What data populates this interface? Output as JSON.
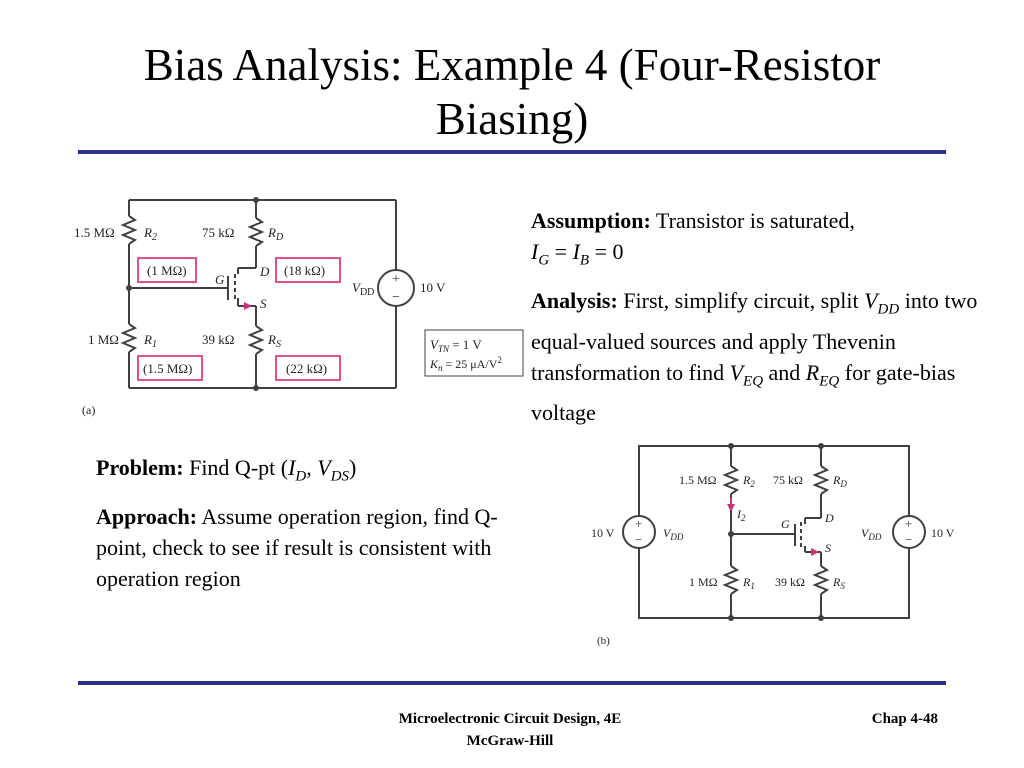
{
  "slide": {
    "title_line1": "Bias Analysis: Example 4 (Four-Resistor",
    "title_line2": "Biasing)",
    "assumption_label": "Assumption:",
    "assumption_text": " Transistor is saturated,",
    "assumption_ig": "I",
    "assumption_ig_sub": "G",
    "assumption_eq1": " = ",
    "assumption_ib": "I",
    "assumption_ib_sub": "B",
    "assumption_eq2": " = 0",
    "analysis_label": "Analysis:",
    "analysis_text1": " First, simplify circuit, split ",
    "analysis_vdd": "V",
    "analysis_vdd_sub": "DD",
    "analysis_text2": " into two equal-valued sources and apply Thevenin transformation to find ",
    "analysis_veq": "V",
    "analysis_veq_sub": "EQ",
    "analysis_and": " and ",
    "analysis_req": "R",
    "analysis_req_sub": "EQ",
    "analysis_text3": " for gate-bias voltage",
    "problem_label": "Problem:",
    "problem_text": " Find Q-pt (",
    "problem_id": "I",
    "problem_id_sub": "D",
    "problem_comma": ", ",
    "problem_vds": "V",
    "problem_vds_sub": "DS",
    "problem_close": ")",
    "approach_label": "Approach:",
    "approach_text": " Assume operation region, find Q-point, check to see if result is consistent with operation region"
  },
  "circuit_a": {
    "r2_value": "1.5 MΩ",
    "r2_name": "R",
    "r2_sub": "2",
    "rd_value": "75 kΩ",
    "rd_name": "R",
    "rd_sub": "D",
    "r1_value": "1 MΩ",
    "r1_name": "R",
    "r1_sub": "1",
    "rs_value": "39 kΩ",
    "rs_name": "R",
    "rs_sub": "S",
    "box_1m": "(1 MΩ)",
    "box_18k": "(18 kΩ)",
    "box_15m": "(1.5 MΩ)",
    "box_22k": "(22 kΩ)",
    "gate": "G",
    "drain": "D",
    "source": "S",
    "vdd_label": "V",
    "vdd_sub": "DD",
    "vdd_value": "10 V",
    "params_vtn": "V",
    "params_vtn_sub": "TN",
    "params_vtn_val": " = 1 V",
    "params_kn": "K",
    "params_kn_sub": "n",
    "params_kn_val": " = 25 μA/V",
    "params_kn_sup": "2",
    "caption": "(a)"
  },
  "circuit_b": {
    "r2_value": "1.5 MΩ",
    "r2_name": "R",
    "r2_sub": "2",
    "rd_value": "75 kΩ",
    "rd_name": "R",
    "rd_sub": "D",
    "r1_value": "1 MΩ",
    "r1_name": "R",
    "r1_sub": "1",
    "rs_value": "39 kΩ",
    "rs_name": "R",
    "rs_sub": "S",
    "i2": "I",
    "i2_sub": "2",
    "gate": "G",
    "drain": "D",
    "source": "S",
    "vdd_left_value": "10 V",
    "vdd_left_label": "V",
    "vdd_left_sub": "DD",
    "vdd_right_value": "10 V",
    "vdd_right_label": "V",
    "vdd_right_sub": "DD",
    "caption": "(b)"
  },
  "footer": {
    "book": "Microelectronic Circuit Design, 4E",
    "publisher": "McGraw-Hill",
    "chapter": "Chap 4-48"
  },
  "colors": {
    "rule": "#2d2f8f",
    "highlight_box": "#e0508a",
    "wire": "#404040",
    "arrow": "#d0307a"
  }
}
